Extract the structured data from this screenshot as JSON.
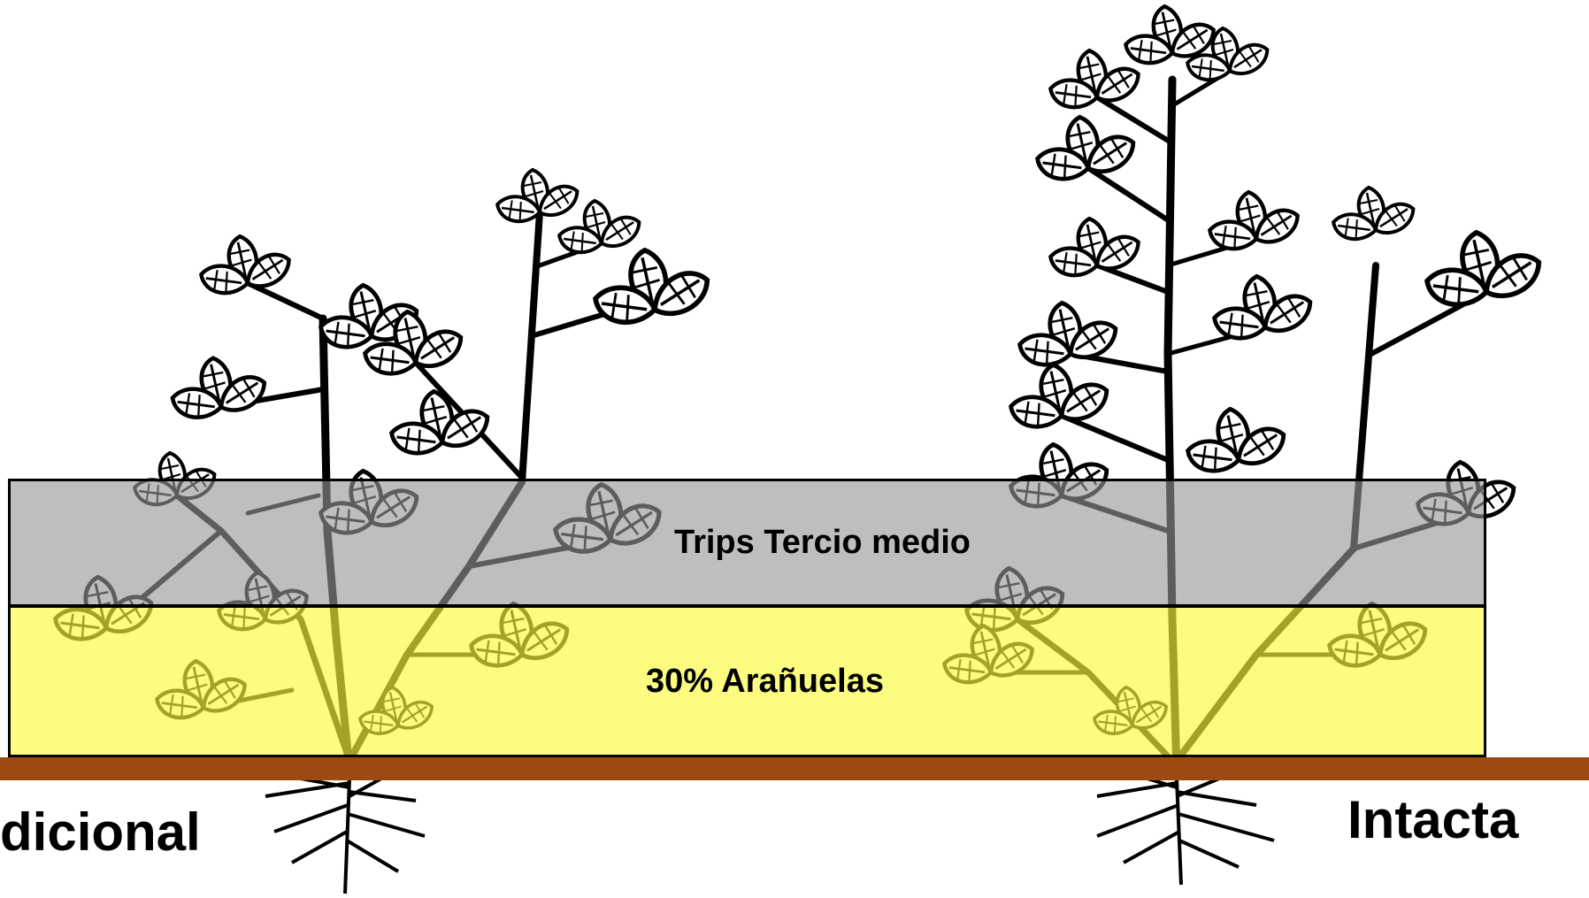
{
  "bands": {
    "upper": {
      "label": "Trips Tercio medio",
      "color": "#969696"
    },
    "lower": {
      "label": "30% Arañuelas",
      "color": "#fafa3c"
    }
  },
  "soil": {
    "color": "#9c4a0f"
  },
  "labels": {
    "left": "dicional",
    "right": "Intacta"
  }
}
